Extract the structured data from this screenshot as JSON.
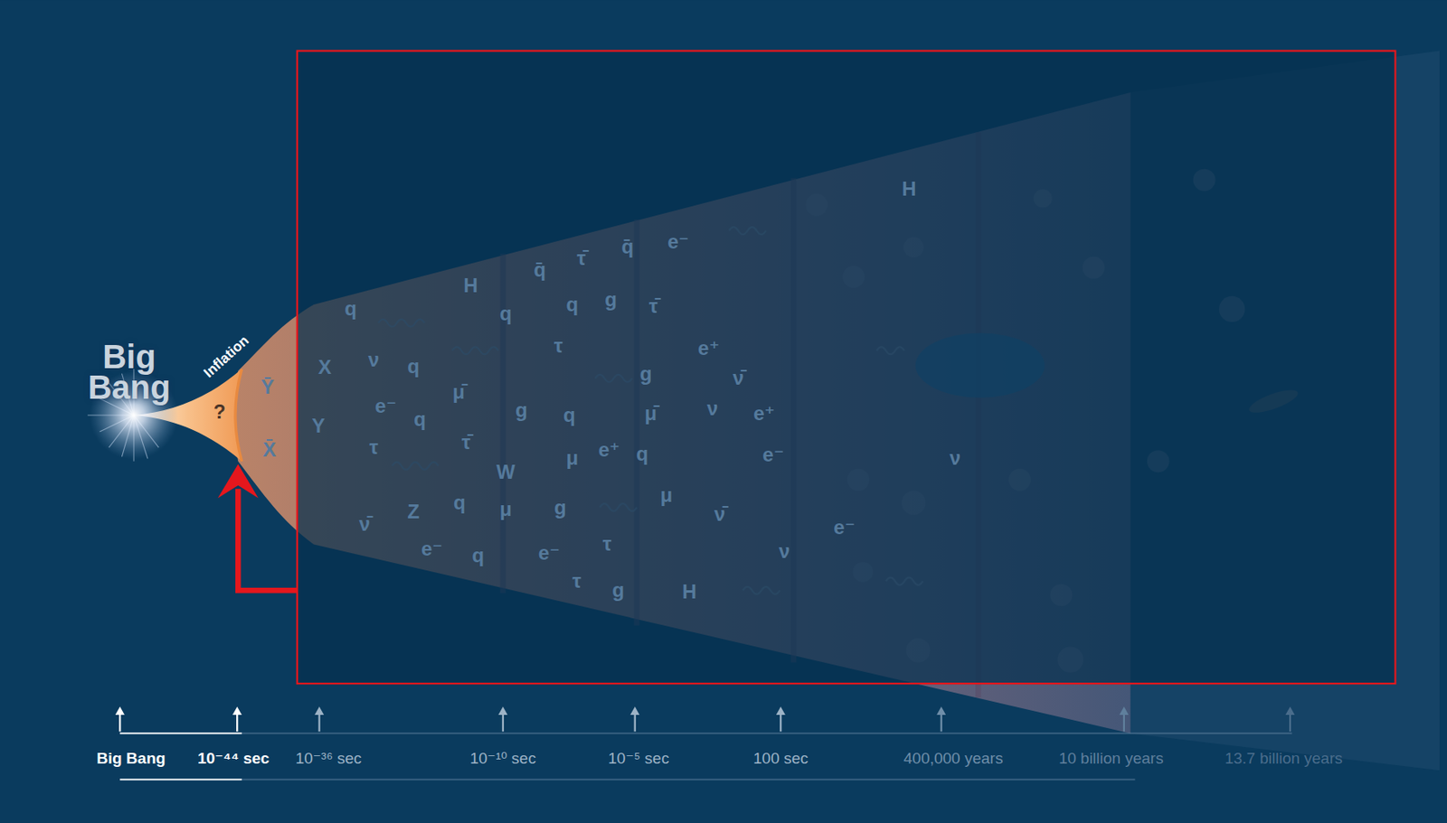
{
  "diagram": {
    "labels": [
      "Big Bang",
      "Inflation",
      "?",
      "Ȳ",
      "X̄",
      "X",
      "Y",
      "q",
      "ν",
      "q",
      "e⁻",
      "q",
      "τ",
      "H",
      "q",
      "μ̄",
      "τ̄",
      "W",
      "Z",
      "ν̄",
      "q",
      "e⁻",
      "q",
      "μ",
      "g",
      "q",
      "μ",
      "e⁺",
      "q",
      "g",
      "e⁻",
      "τ",
      "τ",
      "g",
      "H",
      "q̄",
      "τ̄",
      "q̄",
      "e⁻",
      "q",
      "g",
      "τ̄",
      "τ",
      "g",
      "μ̄",
      "e⁺",
      "ν̄",
      "ν",
      "e⁺",
      "e⁻",
      "μ",
      "ν̄",
      "ν",
      "e⁻",
      "H",
      "ν",
      "Big Bang",
      "10⁻⁴⁴ sec",
      "10⁻³⁶ sec",
      "10⁻¹⁰ sec",
      "10⁻⁵ sec",
      "100 sec",
      "400,000 years",
      "10 billion years",
      "13.7 billion years"
    ]
  }
}
